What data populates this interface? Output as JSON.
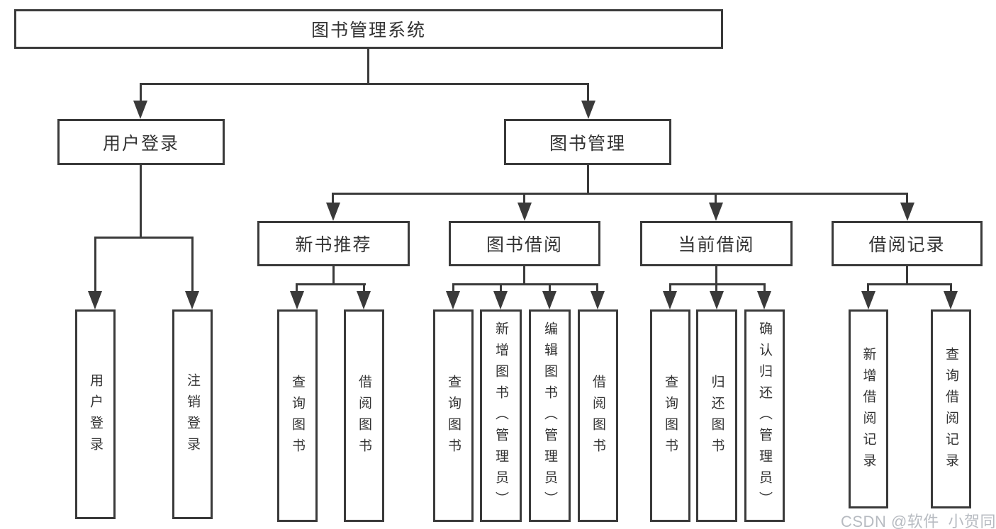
{
  "tree": {
    "label": "图书管理系统",
    "children": [
      {
        "label": "用户登录",
        "children": [
          {
            "label": "用户登录"
          },
          {
            "label": "注销登录"
          }
        ]
      },
      {
        "label": "图书管理",
        "children": [
          {
            "label": "新书推荐",
            "children": [
              {
                "label": "查询图书"
              },
              {
                "label": "借阅图书"
              }
            ]
          },
          {
            "label": "图书借阅",
            "children": [
              {
                "label": "查询图书"
              },
              {
                "label": "新增图书（管理员）"
              },
              {
                "label": "编辑图书（管理员）"
              },
              {
                "label": "借阅图书"
              }
            ]
          },
          {
            "label": "当前借阅",
            "children": [
              {
                "label": "查询图书"
              },
              {
                "label": "归还图书"
              },
              {
                "label": "确认归还（管理员）"
              }
            ]
          },
          {
            "label": "借阅记录",
            "children": [
              {
                "label": "新增借阅记录"
              },
              {
                "label": "查询借阅记录"
              }
            ]
          }
        ]
      }
    ]
  },
  "watermark": {
    "text": "CSDN @软件_小贺同学",
    "color": "#b7bbc1"
  },
  "colors": {
    "line": "#3a3a3a",
    "text": "#333333",
    "background": "#ffffff"
  }
}
